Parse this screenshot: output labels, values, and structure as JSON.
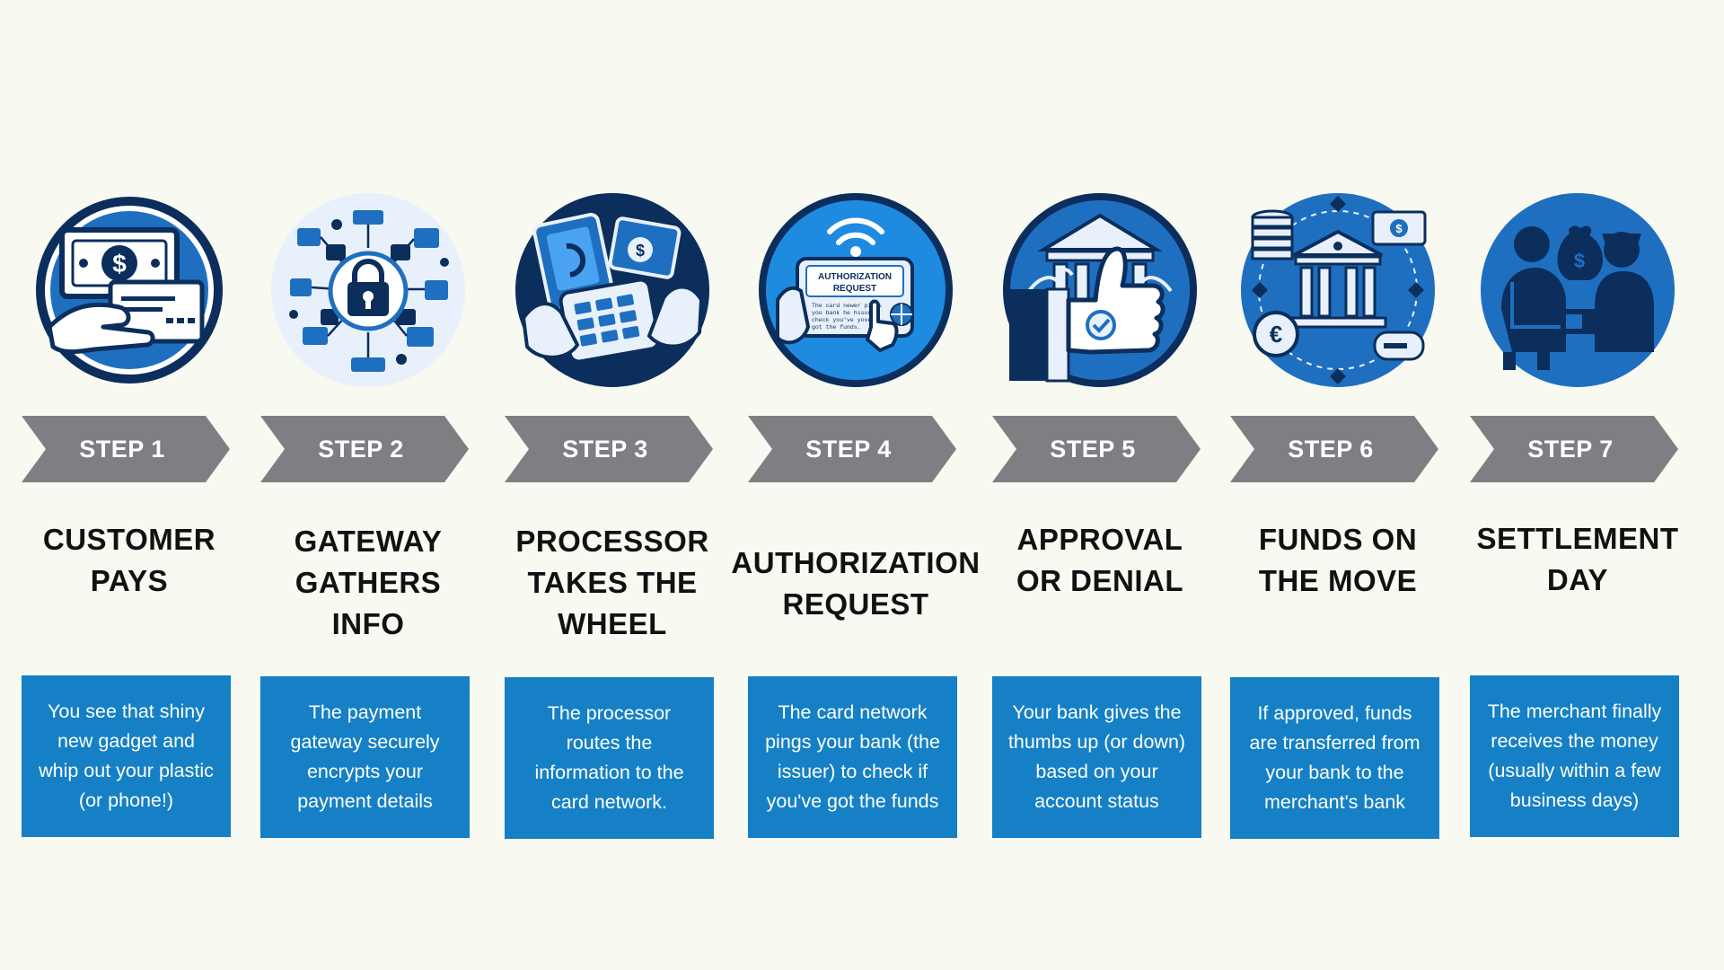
{
  "colors": {
    "background": "#f8f9f1",
    "chevron": "#7d7f82",
    "description_box": "#1580c5",
    "icon_dark": "#0b2e5c",
    "icon_blue": "#1f6fc1",
    "icon_light": "#e8f1fb"
  },
  "steps": [
    {
      "step_label": "STEP 1",
      "title": "CUSTOMER\nPAYS",
      "description": "You see that shiny new gadget and whip out your plastic (or phone!)",
      "icon": "cash-card-hand-icon"
    },
    {
      "step_label": "STEP 2",
      "title": "GATEWAY\nGATHERS\nINFO",
      "description": "The payment gateway securely encrypts your payment details",
      "icon": "security-lock-network-icon"
    },
    {
      "step_label": "STEP 3",
      "title": "PROCESSOR\nTAKES THE\nWHEEL",
      "description": "The processor routes the information to the card network.",
      "icon": "payment-terminal-icon"
    },
    {
      "step_label": "STEP 4",
      "title": "AUTHORIZATION\nREQUEST",
      "description": "The card network pings your bank (the issuer) to check if you've got the funds",
      "icon": "authorization-request-card-icon",
      "icon_text": {
        "heading": "AUTHORIZATION REQUEST",
        "body": "The card newer pings you bank he hssure check you've yove got the funds."
      }
    },
    {
      "step_label": "STEP 5",
      "title": "APPROVAL\nOR DENIAL",
      "description": "Your bank gives the thumbs up (or down) based on your account status",
      "icon": "bank-thumbs-up-icon"
    },
    {
      "step_label": "STEP 6",
      "title": "FUNDS ON\nTHE MOVE",
      "description": "If approved, funds are transferred from your bank to the merchant's bank",
      "icon": "bank-funds-transfer-icon"
    },
    {
      "step_label": "STEP 7",
      "title": "SETTLEMENT\nDAY",
      "description": "The merchant finally receives the money (usually within a few business days)",
      "icon": "merchant-money-bag-icon"
    }
  ]
}
